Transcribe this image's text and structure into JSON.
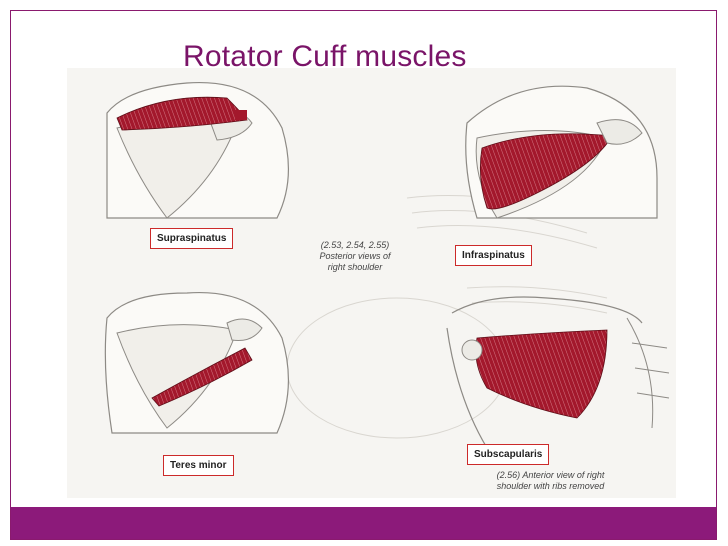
{
  "slide": {
    "title": "Rotator Cuff muscles",
    "accent_color": "#8c1a7a",
    "muscle_color": "#a3182c"
  },
  "labels": {
    "supraspinatus": "Supraspinatus",
    "infraspinatus": "Infraspinatus",
    "teres_minor": "Teres minor",
    "subscapularis": "Subscapularis"
  },
  "captions": {
    "posterior_line1": "(2.53, 2.54, 2.55)",
    "posterior_line2": "Posterior views of",
    "posterior_line3": "right shoulder",
    "anterior_line1": "(2.56) Anterior view of right",
    "anterior_line2": "shoulder with ribs removed"
  }
}
